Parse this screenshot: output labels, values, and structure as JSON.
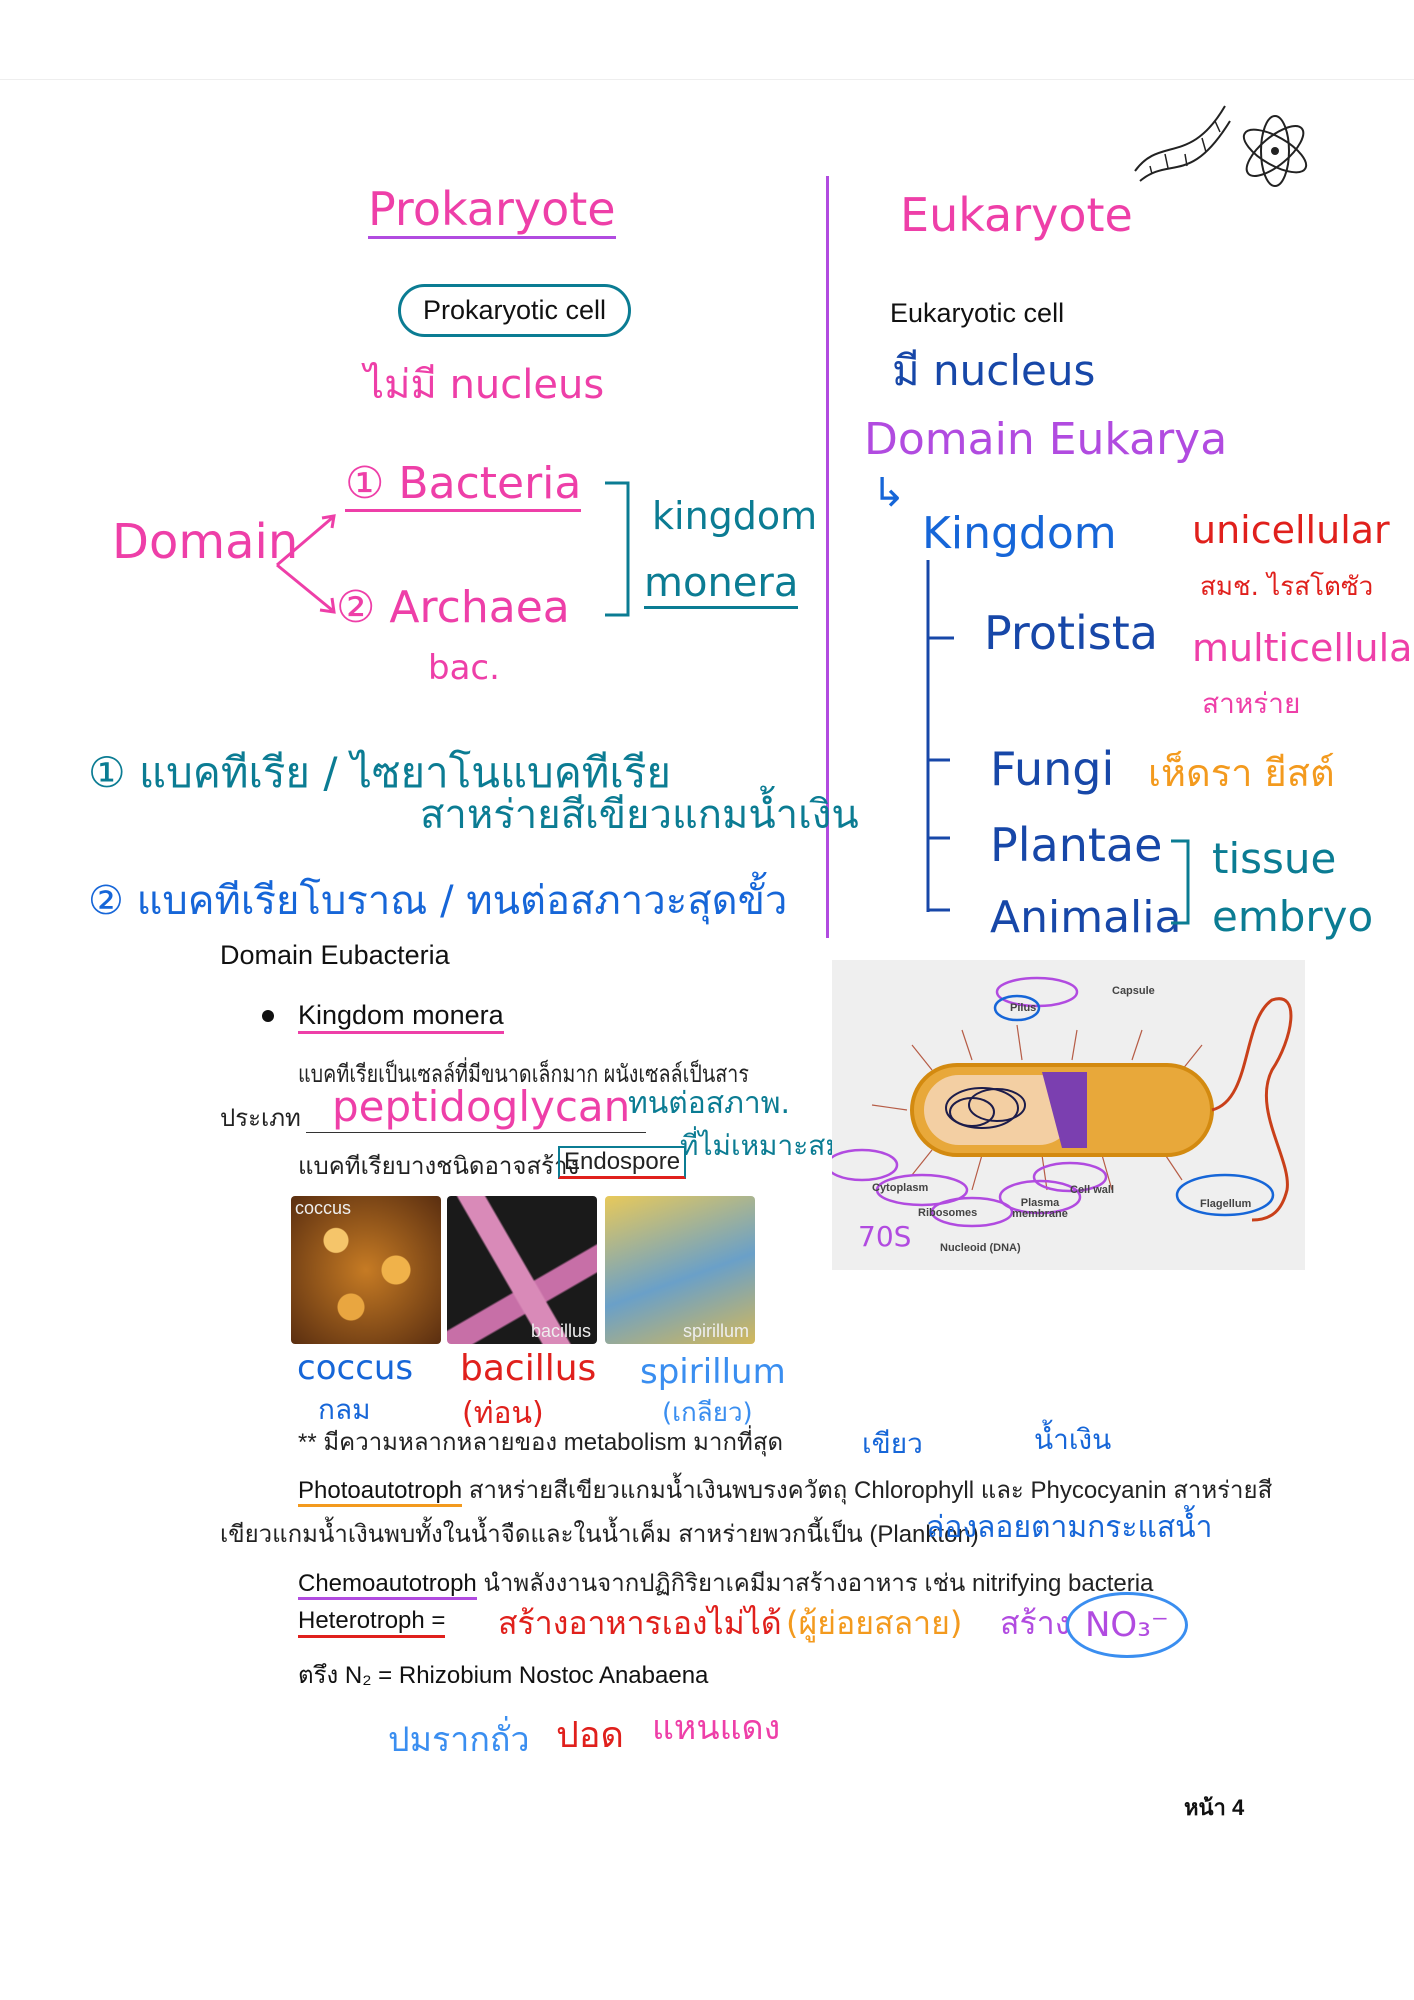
{
  "left": {
    "title": "Prokaryote",
    "cell_label": "Prokaryotic cell",
    "no_nucleus": "ไม่มี nucleus",
    "domain": "Domain",
    "bacteria": "① Bacteria",
    "archaea": "② Archaea",
    "bac_note": "bac.",
    "kingdom": "kingdom",
    "monera": "monera",
    "note1_line1": "① แบคทีเรีย / ไซยาโนแบคทีเรีย",
    "note1_line2": "สาหร่ายสีเขียวแกมน้ำเงิน",
    "note2": "② แบคทีเรียโบราณ / ทนต่อสภาวะสุดขั้ว"
  },
  "right": {
    "title": "Eukaryote",
    "cell_label": "Eukaryotic cell",
    "has_nucleus": "มี nucleus",
    "domain": "Domain Eukarya",
    "kingdom": "Kingdom",
    "unicellular": "unicellular",
    "unicellular_note": "สมช. ไรสโตซัว",
    "protista": "Protista",
    "multicellular": "multicellular",
    "multicellular_note": "สาหร่าย",
    "fungi": "Fungi",
    "fungi_note": "เห็ดรา ยีสต์",
    "plantae": "Plantae",
    "animalia": "Animalia",
    "tissue": "tissue",
    "embryo": "embryo"
  },
  "eubacteria": {
    "heading": "Domain Eubacteria",
    "bullet": "Kingdom monera",
    "para1": "แบคทีเรียเป็นเซลล์ที่มีขนาดเล็กมาก ผนังเซลล์เป็นสาร",
    "type_label": "ประเภท",
    "type_value": "peptidoglycan",
    "endure_note": "ทนต่อสภาพ.",
    "para2": "แบคทีเรียบางชนิดอาจสร้าง",
    "endospore": "Endospore",
    "unsuitable_note": "ที่ไม่เหมาะสม",
    "images": [
      {
        "label": "coccus",
        "hand": "coccus",
        "thai": "กลม"
      },
      {
        "label": "bacillus",
        "hand": "bacillus",
        "thai": "(ท่อน)"
      },
      {
        "label": "spirillum",
        "hand": "spirillum",
        "thai": "(เกลียว)"
      }
    ],
    "metabolism": "** มีความหลากหลายของ metabolism มากที่สุด",
    "green_note": "เขียว",
    "blue_note": "น้ำเงิน",
    "photo_term": "Photoautotroph",
    "photo_text": "สาหร่ายสีเขียวแกมน้ำเงินพบรงควัตถุ Chlorophyll และ Phycocyanin สาหร่ายสี",
    "photo_text2": "เขียวแกมน้ำเงินพบทั้งในน้ำจืดและในน้ำเค็ม สาหร่ายพวกนี้เป็น (Plankton)",
    "plankton_note": "ล่องลอยตามกระแสน้ำ",
    "chemo_term": "Chemoautotroph",
    "chemo_text": "นำพลังงานจากปฏิกิริยาเคมีมาสร้างอาหาร เช่น nitrifying bacteria",
    "hetero_term": "Heterotroph =",
    "hetero_note1": "สร้างอาหารเองไม่ได้",
    "hetero_note2": "(ผู้ย่อยสลาย)",
    "hetero_note3": "สร้าง",
    "no3": "NO₃⁻",
    "n2_line": "ตรึง N₂ = Rhizobium Nostoc Anabaena",
    "rhizo_note": "ปมรากถั่ว",
    "nostoc_note": "ปอด",
    "anabaena_note": "แหนแดง"
  },
  "diagram": {
    "labels": [
      "Pilus",
      "Capsule",
      "Cytoplasm",
      "Ribosomes",
      "Nucleoid (DNA)",
      "Plasma membrane",
      "Cell wall",
      "Flagellum"
    ],
    "ribosome_note": "70S"
  },
  "footer": {
    "page": "หน้า 4"
  }
}
